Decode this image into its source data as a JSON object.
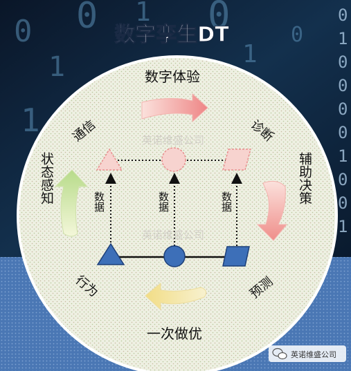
{
  "title": "数字孪生DT",
  "labels": {
    "top": "数字体验",
    "upper_left": "通信",
    "upper_right": "诊断",
    "left": "状态感知",
    "right": "辅助决策",
    "lower_left": "行为",
    "lower_right": "预测",
    "bottom": "一次做优"
  },
  "data_label": "数据",
  "watermark": "英诺维盛公司",
  "footer": {
    "brand": "英诺维盛公司"
  },
  "background_digits": [
    {
      "d": "0"
    },
    {
      "d": "1"
    },
    {
      "d": "0"
    },
    {
      "d": "1"
    },
    {
      "d": "0"
    },
    {
      "d": "1"
    },
    {
      "d": "0"
    },
    {
      "d": "1"
    },
    {
      "d": "0"
    },
    {
      "d": "1"
    }
  ],
  "right_digit_column": [
    "0",
    "1",
    "0",
    "0",
    "0",
    "0",
    "1",
    "0",
    "0",
    "1"
  ],
  "colors": {
    "dark_bg": "#0b1a2c",
    "digit": "#5b8fb5",
    "circle_fill": "#eef0e4",
    "bottom_blue": "#4a77b4",
    "shape_blue": "#3d6fb8",
    "shape_pink": "#f7d3cf",
    "arrow_pink": "#f29a9a",
    "arrow_green": "#cfe6a8",
    "arrow_yellow": "#f6e6a4"
  }
}
